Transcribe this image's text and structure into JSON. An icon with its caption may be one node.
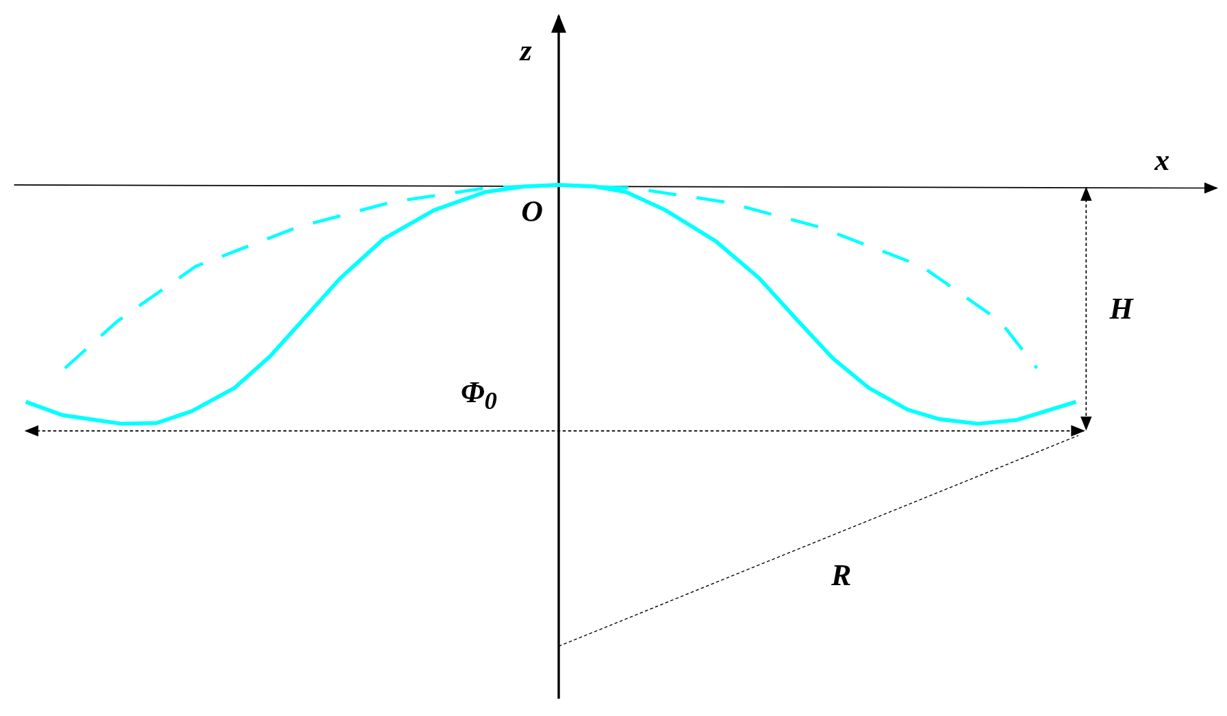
{
  "diagram": {
    "labels": [
      "z",
      "x",
      "O",
      "H",
      "Φ$_{0}$",
      "R"
    ]
  }
}
